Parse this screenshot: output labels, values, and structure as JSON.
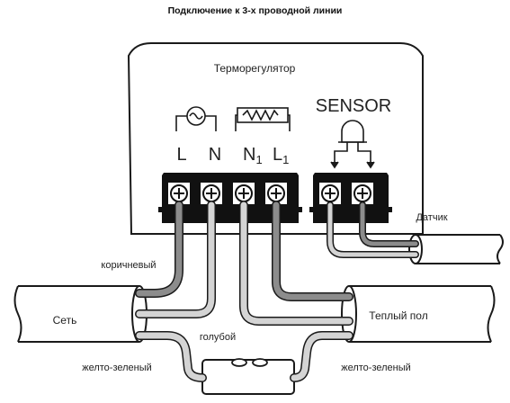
{
  "title": "Подключение к 3-х проводной линии",
  "device": {
    "name": "Терморегулятор",
    "sensor_label": "SENSOR",
    "terminals": {
      "L": "L",
      "N": "N",
      "N1_base": "N",
      "N1_sub": "1",
      "L1_base": "L",
      "L1_sub": "1"
    }
  },
  "labels": {
    "sensor_cable": "Датчик",
    "network": "Сеть",
    "brown": "коричневый",
    "blue": "голубой",
    "yellow_green_left": "желто-зеленый",
    "yellow_green_right": "желто-зеленый",
    "heated_floor": "Теплый пол"
  },
  "colors": {
    "outline": "#1a1a1a",
    "wire_dark": "#8c8c8c",
    "wire_light": "#d4d4d4",
    "terminal_block": "#111111"
  }
}
